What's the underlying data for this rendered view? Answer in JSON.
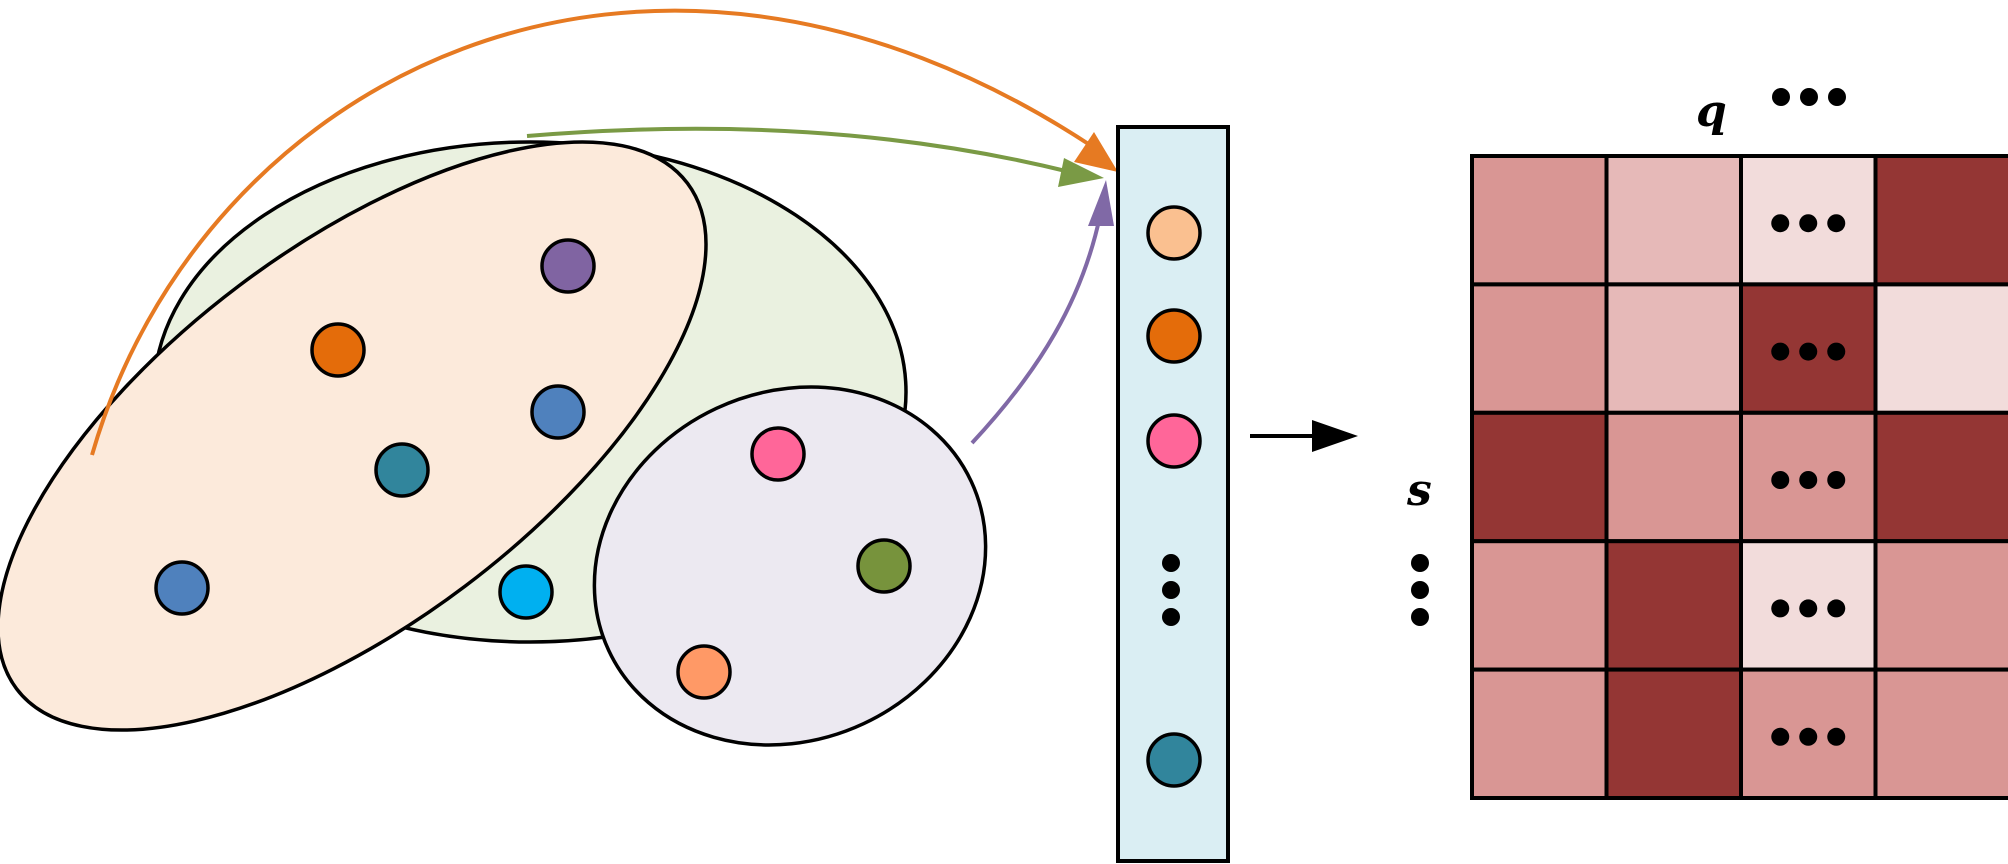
{
  "labels": {
    "column_axis": "q",
    "row_axis": "s"
  },
  "colors": {
    "outline": "#000000",
    "green_ellipse": "#EAF1E0",
    "peach_ellipse": "#FCEADB",
    "lavender_ellipse": "#ECE9F1",
    "vector_fill": "#DAEEF3",
    "arrow_orange": "#E67A22",
    "arrow_green": "#7A9A45",
    "arrow_purple": "#8069A6"
  },
  "left_nodes": [
    {
      "name": "purple",
      "color": "#8064A2"
    },
    {
      "name": "orange",
      "color": "#E46C0A"
    },
    {
      "name": "blue-right",
      "color": "#4F81BD"
    },
    {
      "name": "teal",
      "color": "#31859C"
    },
    {
      "name": "blue-left",
      "color": "#4F81BD"
    },
    {
      "name": "cyan",
      "color": "#00B0F0"
    },
    {
      "name": "pink",
      "color": "#FF6699"
    },
    {
      "name": "green",
      "color": "#77933C"
    },
    {
      "name": "salmon",
      "color": "#FF9966"
    }
  ],
  "vector_nodes": [
    {
      "name": "peach",
      "color": "#FAC090"
    },
    {
      "name": "orange",
      "color": "#E46C0A"
    },
    {
      "name": "pink",
      "color": "#FF6699"
    },
    {
      "name": "teal",
      "color": "#31859C"
    }
  ],
  "heatmap": {
    "rows": 5,
    "cols": 4,
    "shade_palette": {
      "dark": "#943634",
      "mid": "#D99694",
      "light": "#E6B9B8",
      "pale": "#F2DCDB"
    },
    "cells": [
      [
        "mid",
        "light",
        "pale",
        "dark"
      ],
      [
        "mid",
        "light",
        "dark",
        "pale"
      ],
      [
        "dark",
        "mid",
        "mid",
        "dark"
      ],
      [
        "mid",
        "dark",
        "pale",
        "mid"
      ],
      [
        "mid",
        "dark",
        "mid",
        "mid"
      ]
    ],
    "ellipsis_col": 2
  }
}
